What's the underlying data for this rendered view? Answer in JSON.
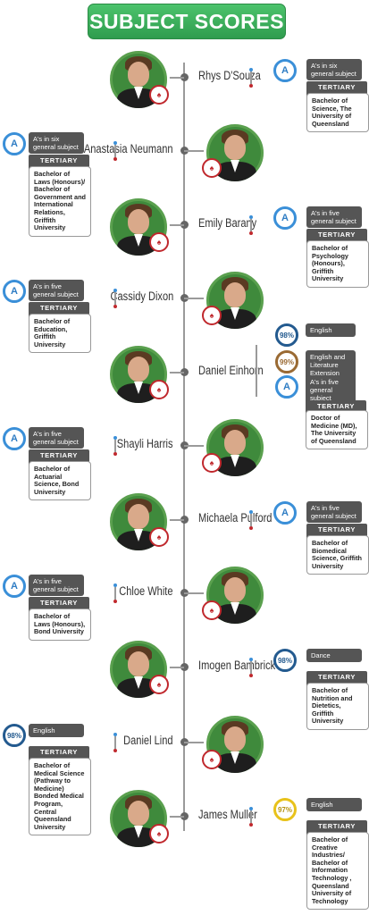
{
  "title": "SUBJECT SCORES",
  "offer_label": "TERTIARY OFFER",
  "students": [
    {
      "name": "Rhys D'Souza",
      "badge": "A",
      "result": "A's in six general subject",
      "course": "Bachelor of Science, The University of Queensland"
    },
    {
      "name": "Anastasia Neumann",
      "badge": "A",
      "result": "A's in six general subject",
      "course": "Bachelor of Laws (Honours)/ Bachelor of Government and International Relations, Griffith University"
    },
    {
      "name": "Emily Barany",
      "badge": "A",
      "result": "A's in five general subject",
      "course": "Bachelor of Psychology (Honours), Griffith University"
    },
    {
      "name": "Cassidy Dixon",
      "badge": "A",
      "result": "A's in five general subject",
      "course": "Bachelor of Education, Griffith University"
    },
    {
      "name": "Daniel Einhorn",
      "badges": [
        {
          "value": "98%",
          "label": "English"
        },
        {
          "value": "99%",
          "label": "English and Literature Extension"
        },
        {
          "value": "A",
          "label": "A's in five general subject"
        }
      ],
      "course": "Doctor of Medicine (MD), The University of Queensland"
    },
    {
      "name": "Shayli Harris",
      "badge": "A",
      "result": "A's in five general subject",
      "course": "Bachelor of Actuarial Science, Bond University"
    },
    {
      "name": "Michaela Pulford",
      "badge": "A",
      "result": "A's in five general subject",
      "course": "Bachelor of Biomedical Science, Griffith University"
    },
    {
      "name": "Chloe White",
      "badge": "A",
      "result": "A's in five general subject",
      "course": "Bachelor of Laws (Honours), Bond University"
    },
    {
      "name": "Imogen Bambrick",
      "badge": "98%",
      "result": "Dance",
      "course": "Bachelor of Nutrition and Dietetics, Griffith University"
    },
    {
      "name": "Daniel Lind",
      "badge": "98%",
      "result": "English",
      "course": "Bachelor of Medical Science (Pathway to Medicine) Bonded Medical Program, Central Queensland University"
    },
    {
      "name": "James Muller",
      "badge": "97%",
      "result": "English",
      "course": "Bachelor of Creative Industries/ Bachelor of Information Technology , Queensland University of Technology"
    }
  ],
  "crest_text": "♠",
  "colors": {
    "green": "#3aae5a",
    "blue": "#3a8fd8",
    "navy": "#235a8f",
    "brown": "#9a6a33",
    "gold": "#e8c21a",
    "red": "#c0282d"
  }
}
